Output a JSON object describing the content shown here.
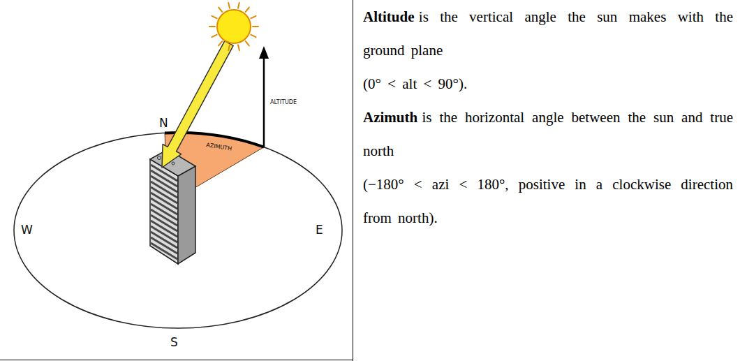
{
  "diagram": {
    "labels": [
      "N",
      "W",
      "E",
      "S",
      "AZIMUTH",
      "ALTITUDE",
      "Altitude",
      "is the vertical angle the sun makes with the ground plane",
      "(0° < alt < 90°).",
      "Azimuth",
      "is the horizontal angle between the sun and true north",
      "(−180° < azi < 180°, positive in a clockwise direction from north)."
    ]
  }
}
